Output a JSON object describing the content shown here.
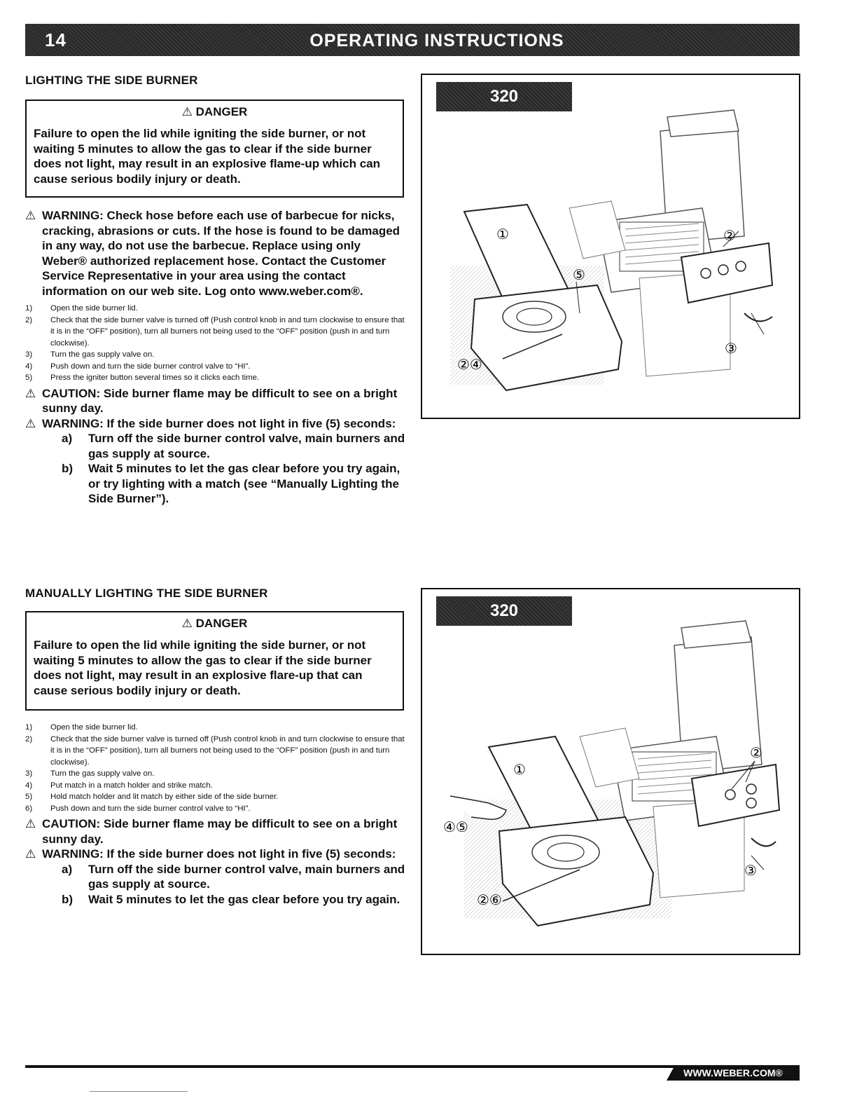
{
  "header": {
    "page_number": "14",
    "title": "OPERATING INSTRUCTIONS"
  },
  "section1": {
    "heading": "LIGHTING THE SIDE BURNER",
    "danger_title": "⚠ DANGER",
    "danger_text": "Failure to open the lid while igniting the side burner, or not waiting 5 minutes to allow the gas to clear if the side burner does not light, may result in an explosive flame-up which can cause serious bodily injury or death.",
    "warning_hose": "WARNING: Check hose before each use of barbecue for nicks, cracking, abrasions or cuts. If the hose is found to be damaged in any way, do not use the barbecue. Replace using only Weber® authorized replacement hose. Contact the Customer Service Representative in your area using the contact information on our web site. Log onto www.weber.com®.",
    "steps": [
      {
        "num": "1)",
        "text": "Open the side burner lid."
      },
      {
        "num": "2)",
        "text": "Check that the side burner valve is turned off (Push control knob in and turn clockwise to ensure that it is in the “OFF” position), turn all burners not being used to the “OFF” position (push in and turn clockwise)."
      },
      {
        "num": "3)",
        "text": "Turn the gas supply valve on."
      },
      {
        "num": "4)",
        "text": "Push down and turn the side burner control valve to “HI”."
      },
      {
        "num": "5)",
        "text": "Press the igniter button several times so it clicks each time."
      }
    ],
    "caution": "CAUTION: Side burner flame may be difficult to see on a bright sunny day.",
    "warning_light": "WARNING: If the side burner does not light in five (5) seconds:",
    "sub_steps": [
      {
        "letter": "a)",
        "text": "Turn off the side burner control valve, main burners and gas supply at source."
      },
      {
        "letter": "b)",
        "text": "Wait 5 minutes to let the gas clear before you try again, or try lighting with a match (see “Manually Lighting the Side Burner”)."
      }
    ],
    "figure": {
      "model": "320",
      "callouts": [
        "①",
        "②",
        "③",
        "⑤",
        "②④"
      ]
    }
  },
  "section2": {
    "heading": "MANUALLY LIGHTING THE SIDE BURNER",
    "danger_title": "⚠ DANGER",
    "danger_text": "Failure to open the lid while igniting the side burner, or not waiting 5 minutes to allow the gas to clear if the side burner does not light, may result in an explosive flare-up that can cause serious bodily injury or death.",
    "steps": [
      {
        "num": "1)",
        "text": "Open the side burner lid."
      },
      {
        "num": "2)",
        "text": "Check that the side burner valve is turned off (Push control knob in and turn clockwise to ensure that it is in the “OFF” position), turn all burners not being used to the “OFF” position (push in and turn clockwise)."
      },
      {
        "num": "3)",
        "text": "Turn the gas supply valve on."
      },
      {
        "num": "4)",
        "text": "Put match in a match holder and strike match."
      },
      {
        "num": "5)",
        "text": "Hold match holder and lit match by either side of the side burner."
      },
      {
        "num": "6)",
        "text": "Push down and turn the side burner control valve to “HI”."
      }
    ],
    "caution": "CAUTION: Side burner flame may be difficult to see on a bright sunny day.",
    "warning_light": "WARNING: If the side burner does not light in five (5) seconds:",
    "sub_steps": [
      {
        "letter": "a)",
        "text": "Turn off  the side burner control valve, main burners and gas supply at source."
      },
      {
        "letter": "b)",
        "text": "Wait 5 minutes to let the gas clear before you try again."
      }
    ],
    "figure": {
      "model": "320",
      "callouts": [
        "①",
        "②",
        "③",
        "④⑤",
        "②⑥"
      ]
    }
  },
  "symbols": {
    "warning": "⚠"
  },
  "footer": {
    "url": "WWW.WEBER.COM®"
  }
}
